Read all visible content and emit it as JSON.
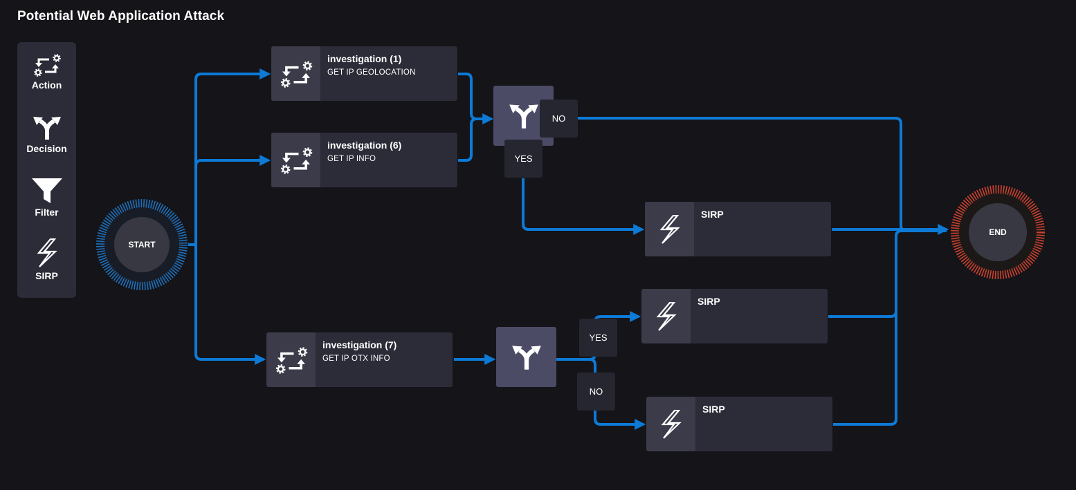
{
  "title": "Potential Web Application Attack",
  "palette": {
    "items": [
      {
        "label": "Action",
        "icon": "action-icon"
      },
      {
        "label": "Decision",
        "icon": "decision-icon"
      },
      {
        "label": "Filter",
        "icon": "filter-icon"
      },
      {
        "label": "SIRP",
        "icon": "sirp-icon"
      }
    ]
  },
  "flow": {
    "start_label": "START",
    "end_label": "END",
    "actions": [
      {
        "title": "investigation (1)",
        "subtitle": "GET IP GEOLOCATION"
      },
      {
        "title": "investigation (6)",
        "subtitle": "GET IP INFO"
      },
      {
        "title": "investigation (7)",
        "subtitle": "GET IP OTX INFO"
      }
    ],
    "decisions": [
      {
        "no_label": "NO",
        "yes_label": "YES"
      },
      {
        "yes_label": "YES",
        "no_label": "NO"
      }
    ],
    "sirp_nodes": [
      {
        "label": "SIRP"
      },
      {
        "label": "SIRP"
      },
      {
        "label": "SIRP"
      }
    ]
  },
  "colors": {
    "background": "#141419",
    "node": "#2c2c38",
    "connector": "#0d7ad6",
    "start_ring": "#1f6fb8",
    "end_ring": "#c9412e"
  }
}
